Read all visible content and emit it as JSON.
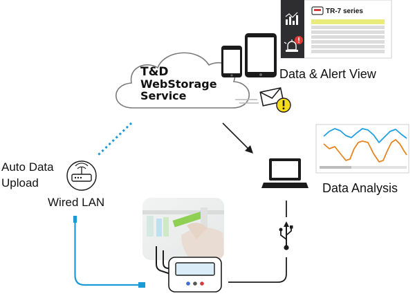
{
  "cloud": {
    "line1": "T&D",
    "line2": "WebStorage",
    "line3": "Service"
  },
  "alert_view": {
    "title": "TR-7 series",
    "caption": "Data & Alert View"
  },
  "analysis": {
    "caption": "Data Analysis"
  },
  "upload": {
    "line1": "Auto Data",
    "line2": "Upload",
    "lan": "Wired LAN"
  },
  "colors": {
    "cable_blue": "#1a9ad6",
    "series_blue": "#1f9fe0",
    "series_orange": "#e8841f",
    "alert_red": "#e53935",
    "warning_yellow": "#f7dc1c",
    "panel_dark": "#2e2e30",
    "row_highlight": "#e9ec7a"
  },
  "icons": {
    "panel_chart": "bar-chart-icon",
    "panel_alarm": "alarm-light-icon",
    "usb": "usb-icon",
    "router": "router-icon",
    "email": "envelope-icon",
    "warning": "warning-badge-icon"
  }
}
